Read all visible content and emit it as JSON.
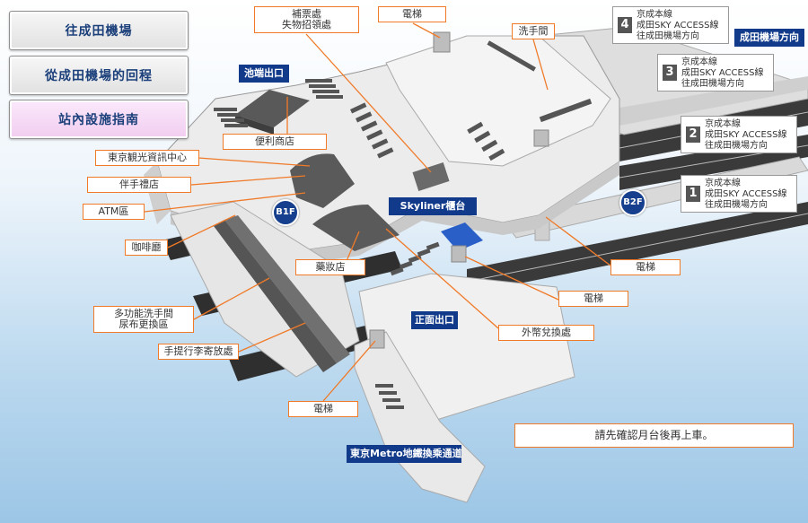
{
  "nav": {
    "to_narita": "往成田機場",
    "from_narita": "從成田機場的回程",
    "station_guide": "站內設施指南"
  },
  "labels": {
    "ticket_office": "補票處\n失物招領處",
    "elevator": "電梯",
    "restroom": "洗手間",
    "ikebata_exit": "池端出口",
    "convenience_store": "便利商店",
    "tourist_info": "東京観光資訊中心",
    "souvenir": "伴手禮店",
    "atm": "ATM區",
    "cafe": "咖啡廳",
    "pharmacy": "藥妝店",
    "multi_restroom": "多功能洗手間\n尿布更換區",
    "luggage": "手提行李寄放處",
    "skyliner_counter": "Skyliner櫃台",
    "front_exit": "正面出口",
    "currency_exchange": "外幣兌換處",
    "metro_transfer": "東京Metro地鐵換乘通道",
    "notice": "請先確認月台後再上車。",
    "b1f": "B1F",
    "b2f": "B2F",
    "narita_direction": "成田機場方向"
  },
  "platforms": [
    {
      "number": "4",
      "text": "京成本線\n成田SKY ACCESS線\n往成田機場方向"
    },
    {
      "number": "3",
      "text": "京成本線\n成田SKY ACCESS線\n往成田機場方向"
    },
    {
      "number": "2",
      "text": "京成本線\n成田SKY ACCESS線\n往成田機場方向"
    },
    {
      "number": "1",
      "text": "京成本線\n成田SKY ACCESS線\n往成田機場方向"
    }
  ],
  "colors": {
    "label_border": "#f07a28",
    "badge": "#163f8e",
    "skyliner_block": "#2b5fc8"
  }
}
